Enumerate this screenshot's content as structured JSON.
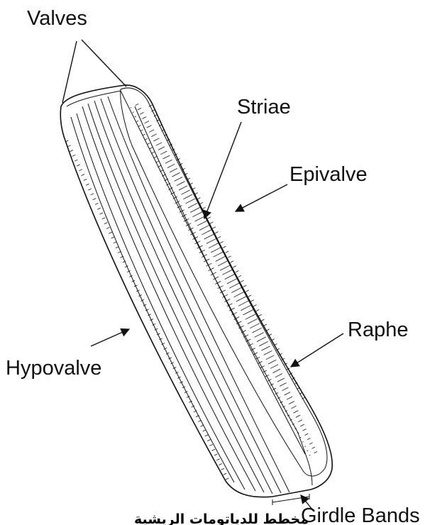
{
  "labels": {
    "valves": "Valves",
    "striae": "Striae",
    "epivalve": "Epivalve",
    "raphe": "Raphe",
    "hypovalve": "Hypovalve",
    "girdle_bands": "Girdle Bands"
  },
  "caption": "مخطط للدياتومات الريشية"
}
